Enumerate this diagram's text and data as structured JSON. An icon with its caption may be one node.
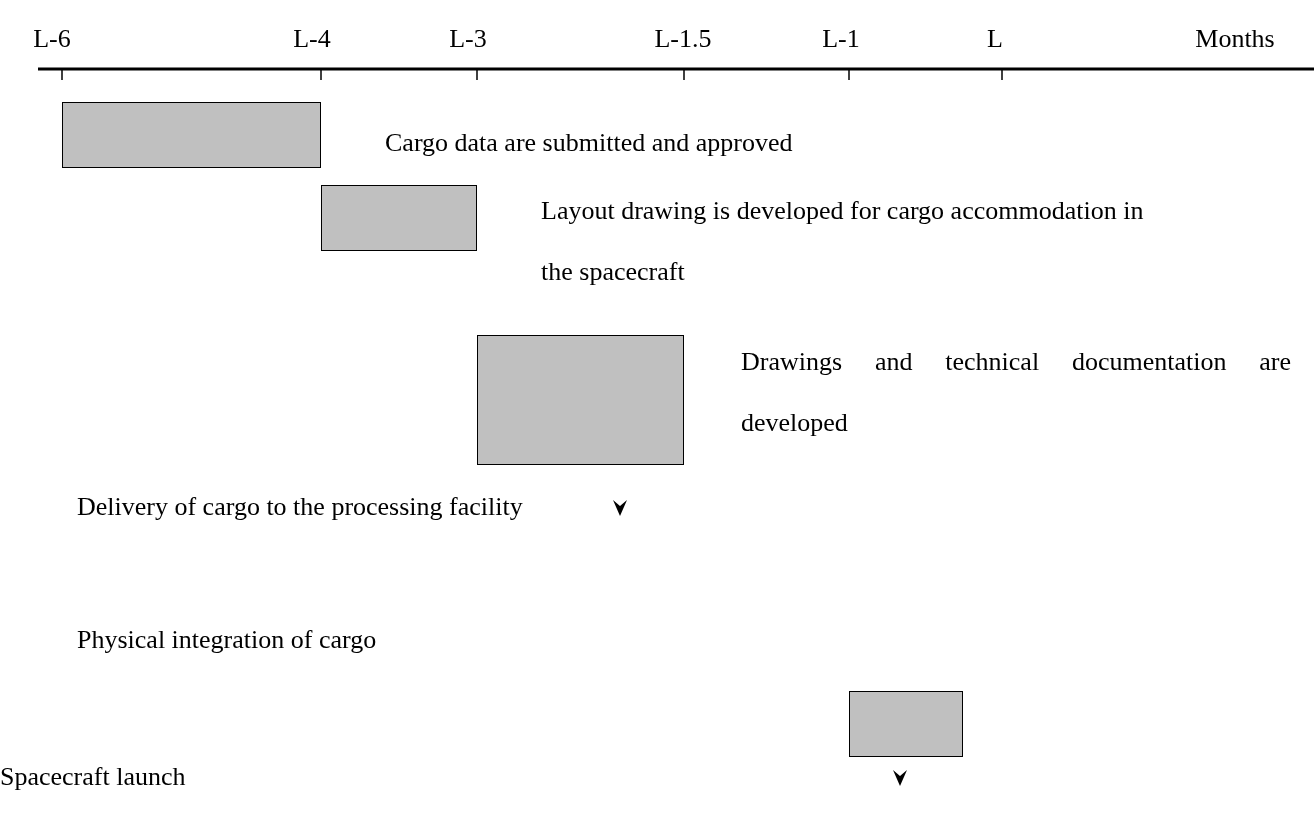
{
  "diagram": {
    "nodes": [
      {
        "text": [],
        "shape": "bar"
      },
      {
        "text": [],
        "shape": "bar"
      },
      {
        "text": [],
        "shape": "bar"
      },
      {
        "text": [],
        "shape": "bar"
      }
    ],
    "labels": [
      "L-6",
      "L-4",
      "L-3",
      "L-1.5",
      "L-1",
      "L",
      "Months",
      "Cargo data are submitted and approved",
      "Layout drawing is developed for cargo accommodation in the spacecraft",
      "Drawings and technical documentation are developed",
      "Delivery of cargo to the processing facility",
      "Physical integration of cargo",
      "Spacecraft launch"
    ]
  }
}
